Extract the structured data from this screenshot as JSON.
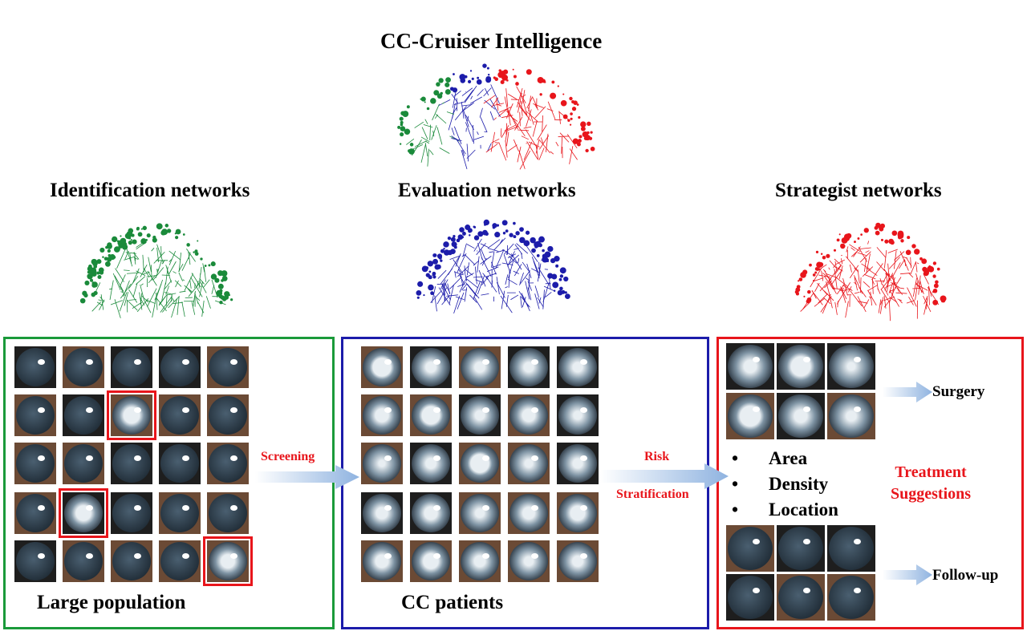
{
  "title": "CC-Cruiser Intelligence",
  "networks": {
    "identification": "Identification networks",
    "evaluation": "Evaluation networks",
    "strategist": "Strategist networks"
  },
  "panels": {
    "left_label": "Large population",
    "middle_label": "CC patients"
  },
  "arrows": {
    "screening": "Screening",
    "risk": "Risk",
    "stratification": "Stratification",
    "surgery": "Surgery",
    "follow_up": "Follow-up"
  },
  "criteria": [
    "Area",
    "Density",
    "Location"
  ],
  "treatment": {
    "line1": "Treatment",
    "line2": "Suggestions"
  },
  "colors": {
    "green": "#1a8a3a",
    "blue": "#1c1caa",
    "red": "#e8151b",
    "arrow": "#8fb3e0"
  }
}
